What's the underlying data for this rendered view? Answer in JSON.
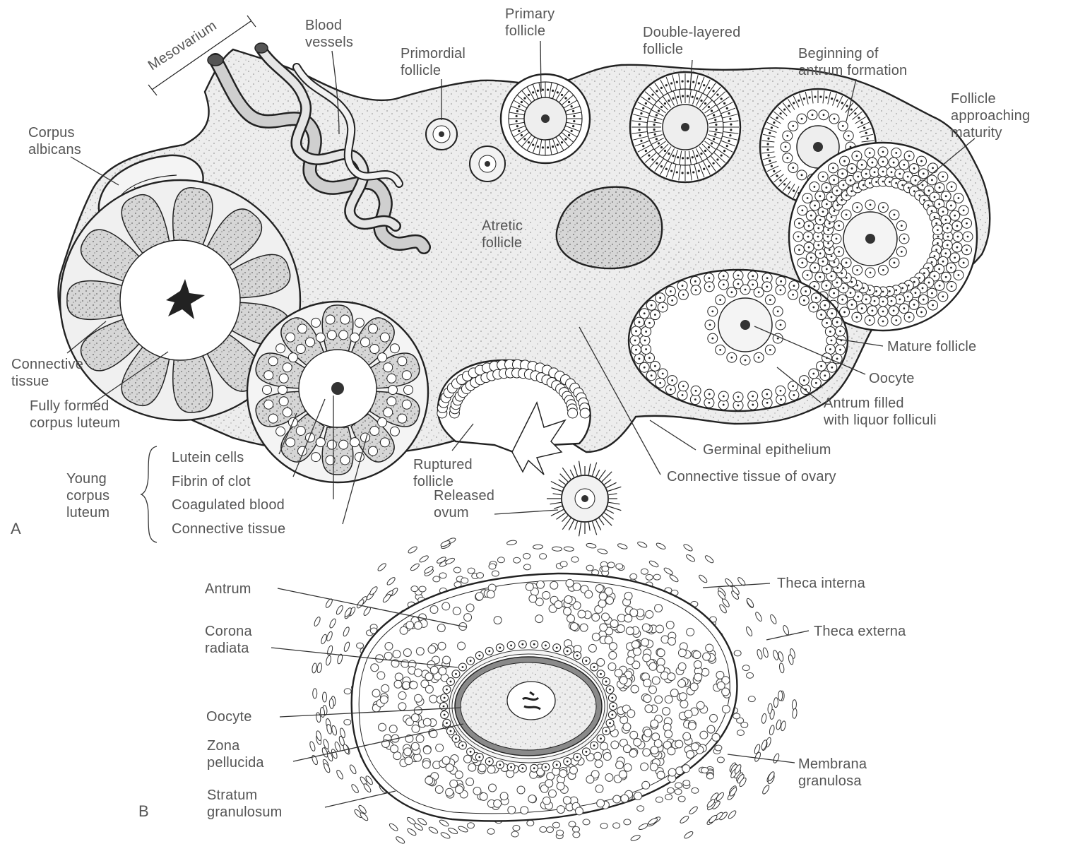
{
  "panel_a": {
    "letter": "A",
    "labels": {
      "mesovarium": "Mesovarium",
      "blood_vessels": [
        "Blood",
        "vessels"
      ],
      "primordial_follicle": [
        "Primordial",
        "follicle"
      ],
      "primary_follicle": [
        "Primary",
        "follicle"
      ],
      "double_layered_follicle": [
        "Double-layered",
        "follicle"
      ],
      "beginning_antrum": [
        "Beginning of",
        "antrum formation"
      ],
      "follicle_approaching": [
        "Follicle",
        "approaching",
        "maturity"
      ],
      "corpus_albicans": [
        "Corpus",
        "albicans"
      ],
      "atretic_follicle": [
        "Atretic",
        "follicle"
      ],
      "connective_tissue": [
        "Connective",
        "tissue"
      ],
      "fully_formed_corpus_luteum": [
        "Fully formed",
        "corpus luteum"
      ],
      "mature_follicle": "Mature follicle",
      "oocyte": "Oocyte",
      "antrum_filled": [
        "Antrum filled",
        "with liquor folliculi"
      ],
      "germinal_epithelium": "Germinal epithelium",
      "connective_tissue_ovary": "Connective tissue of ovary",
      "ruptured_follicle": [
        "Ruptured",
        "follicle"
      ],
      "released_ovum": [
        "Released",
        "ovum"
      ],
      "young_corpus_luteum": [
        "Young",
        "corpus",
        "luteum"
      ],
      "young_cl_parts": [
        "Lutein cells",
        "Fibrin of clot",
        "Coagulated blood",
        "Connective tissue"
      ]
    }
  },
  "panel_b": {
    "letter": "B",
    "labels": {
      "antrum": "Antrum",
      "corona_radiata": [
        "Corona",
        "radiata"
      ],
      "oocyte": "Oocyte",
      "zona_pellucida": [
        "Zona",
        "pellucida"
      ],
      "stratum_granulosum": [
        "Stratum",
        "granulosum"
      ],
      "theca_interna": "Theca interna",
      "theca_externa": "Theca externa",
      "membrana_granulosa": [
        "Membrana",
        "granulosa"
      ]
    }
  },
  "colors": {
    "ink": "#222222",
    "label": "#555555",
    "stroma": "#ececec",
    "stipple": "#9a9a9a",
    "luteum": "#d9d9d9",
    "white": "#ffffff"
  }
}
